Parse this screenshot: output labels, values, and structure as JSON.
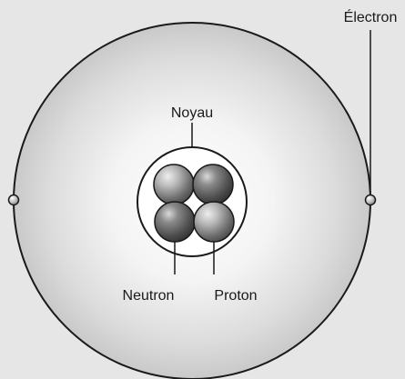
{
  "diagram": {
    "labels": {
      "electron": "Électron",
      "nucleus": "Noyau",
      "neutron": "Neutron",
      "proton": "Proton"
    },
    "colors": {
      "background": "#e6e6e6",
      "outline": "#1a1a1a",
      "nucleus_fill": "#ffffff",
      "particle_dark": "#5e5e5e",
      "particle_light": "#a8a8a8"
    },
    "icons": {
      "electron": "small-sphere",
      "particle": "shaded-sphere"
    }
  }
}
